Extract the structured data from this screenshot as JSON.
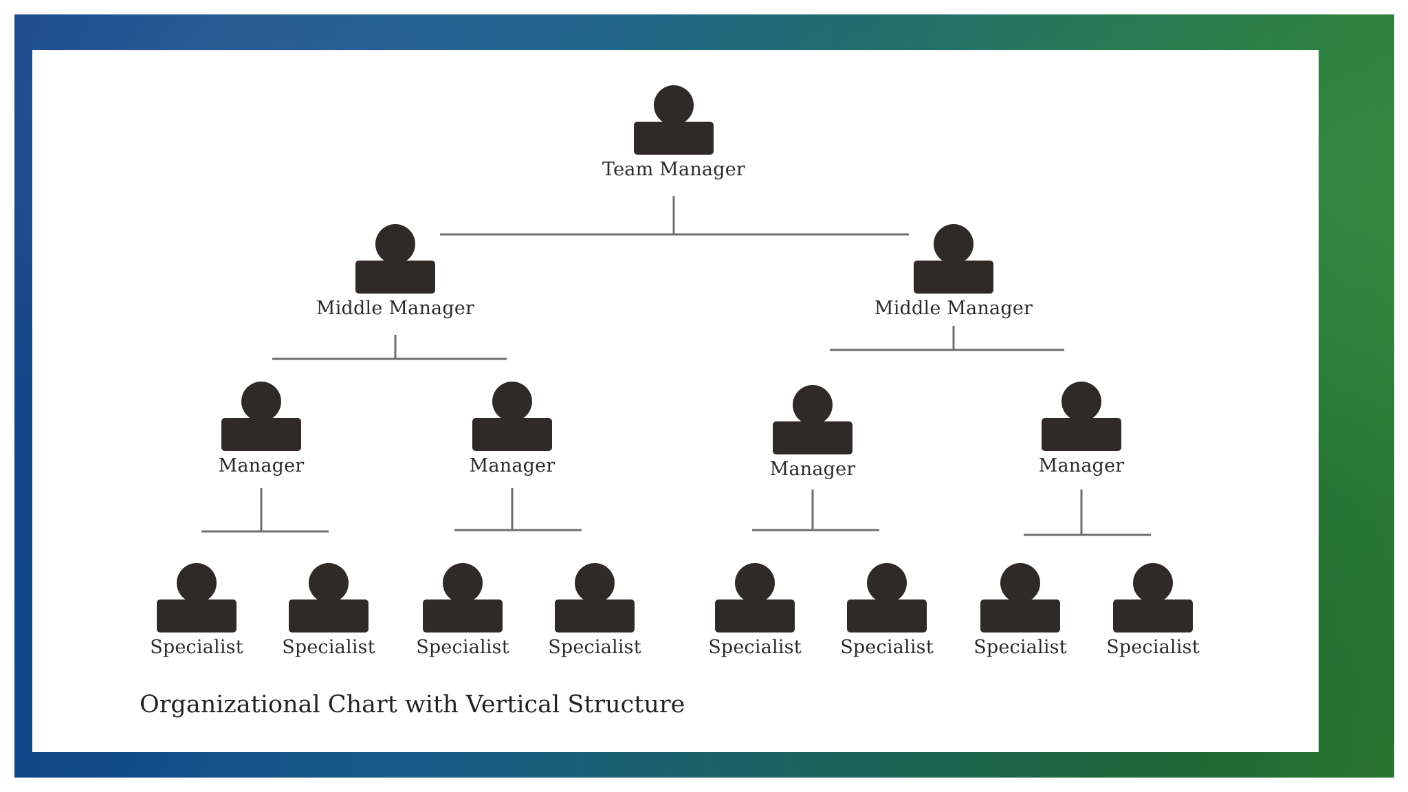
{
  "colors": {
    "person": "#2f2a27",
    "connector": "#6e6e6e",
    "panel": "#ffffff",
    "frame_gradient": [
      "#0e3f86",
      "#23783f"
    ]
  },
  "icons": {
    "person": "person-icon"
  },
  "org_chart": {
    "caption": "Organizational Chart with Vertical Structure",
    "root": {
      "label": "Team Manager",
      "children": [
        {
          "label": "Middle  Manager",
          "children": [
            {
              "label": "Manager",
              "children": [
                {
                  "label": "Specialist"
                },
                {
                  "label": "Specialist"
                }
              ]
            },
            {
              "label": "Manager",
              "children": [
                {
                  "label": "Specialist"
                },
                {
                  "label": "Specialist"
                }
              ]
            }
          ]
        },
        {
          "label": "Middle  Manager",
          "children": [
            {
              "label": "Manager",
              "children": [
                {
                  "label": "Specialist"
                },
                {
                  "label": "Specialist"
                }
              ]
            },
            {
              "label": "Manager",
              "children": [
                {
                  "label": "Specialist"
                },
                {
                  "label": "Specialist"
                }
              ]
            }
          ]
        }
      ]
    }
  }
}
